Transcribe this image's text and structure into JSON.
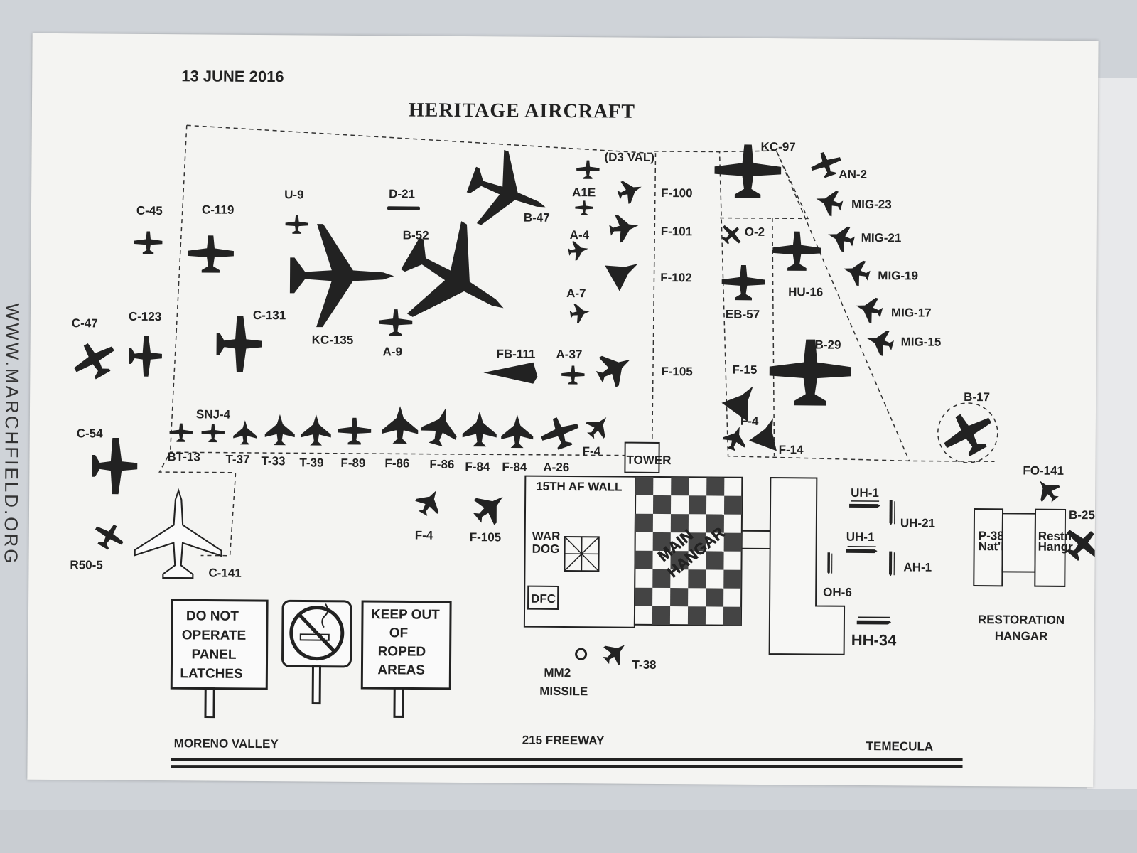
{
  "header": {
    "date": "13 JUNE 2016",
    "title": "HERITAGE AIRCRAFT"
  },
  "side_url": "WWW.MARCHFIELD.ORG",
  "aircraft": {
    "c45": "C-45",
    "c119": "C-119",
    "u9": "U-9",
    "d21": "D-21",
    "b52": "B-52",
    "b47": "B-47",
    "a1e": "A1E",
    "d3val": "(D3 VAL)",
    "f100": "F-100",
    "a4": "A-4",
    "f101": "F-101",
    "f102": "F-102",
    "a7": "A-7",
    "kc135": "KC-135",
    "a9": "A-9",
    "c47": "C-47",
    "c123": "C-123",
    "c131": "C-131",
    "fb111": "FB-111",
    "a37": "A-37",
    "f105": "F-105",
    "snj4": "SNJ-4",
    "bt13": "BT-13",
    "t37": "T-37",
    "t33": "T-33",
    "t39": "T-39",
    "f89": "F-89",
    "f86a": "F-86",
    "f86b": "F-86",
    "f84a": "F-84",
    "f84b": "F-84",
    "a26": "A-26",
    "f4a": "F-4",
    "c54": "C-54",
    "r505": "R50-5",
    "c141": "C-141",
    "f4b": "F-4",
    "f105b": "F-105",
    "kc97": "KC-97",
    "an2": "AN-2",
    "mig23": "MIG-23",
    "o2": "O-2",
    "mig21": "MIG-21",
    "hu16": "HU-16",
    "eb57": "EB-57",
    "mig19": "MIG-19",
    "mig17": "MIG-17",
    "mig15": "MIG-15",
    "b29": "B-29",
    "f15": "F-15",
    "f4c": "F-4",
    "f14": "F-14",
    "b17": "B-17",
    "uh1a": "UH-1",
    "uh21": "UH-21",
    "uh1b": "UH-1",
    "ah1": "AH-1",
    "oh6": "OH-6",
    "hh34": "HH-34",
    "fo141": "FO-141",
    "b25": "B-25",
    "t38": "T-38",
    "mm2": "MM2",
    "missile": "MISSILE"
  },
  "buildings": {
    "tower": "TOWER",
    "wall": "15TH AF WALL",
    "war": "WAR",
    "dog": "DOG",
    "dfc": "DFC",
    "main": "MAIN",
    "hangar": "HANGAR",
    "p38a": "P-38",
    "p38b": "Nat'l",
    "restn_a": "Restn",
    "restn_b": "Hangr",
    "restoration_a": "RESTORATION",
    "restoration_b": "HANGAR"
  },
  "signs": {
    "panel": [
      "DO NOT",
      "OPERATE",
      "PANEL",
      "LATCHES"
    ],
    "keep": [
      "KEEP OUT",
      "OF",
      "ROPED",
      "AREAS"
    ]
  },
  "footer": {
    "left": "MORENO VALLEY",
    "center": "215 FREEWAY",
    "right": "TEMECULA"
  }
}
